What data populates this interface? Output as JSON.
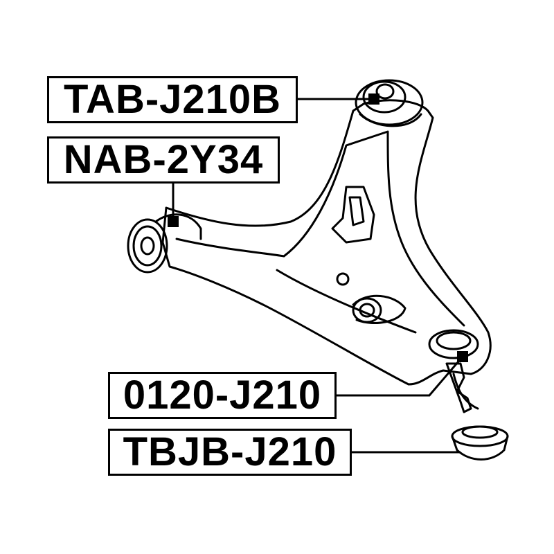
{
  "labels": [
    {
      "id": "tab-j210b",
      "text": "TAB-J210B"
    },
    {
      "id": "nab-2y34",
      "text": "NAB-2Y34"
    },
    {
      "id": "0120-j210",
      "text": "0120-J210"
    },
    {
      "id": "tbjb-j210",
      "text": "TBJB-J210"
    }
  ],
  "colors": {
    "line": "#000000",
    "background": "#ffffff"
  }
}
